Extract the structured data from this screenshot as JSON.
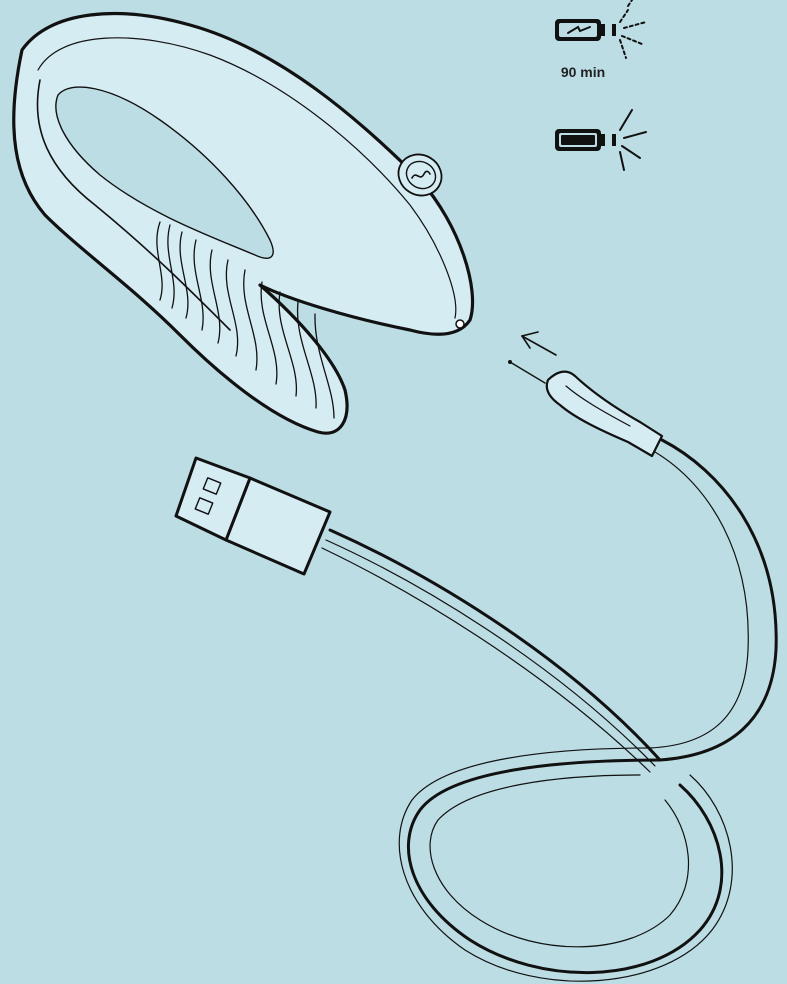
{
  "charging_status": {
    "duration_text": "90 min",
    "charging_battery_icon": "battery-charging-icon",
    "charging_light_icon": "light-blinking-icon",
    "full_battery_icon": "battery-full-icon",
    "full_light_icon": "light-steady-icon"
  },
  "illustration": {
    "device": "device-illustration",
    "cable": "usb-charging-cable",
    "insert_arrow_icon": "insert-arrow-icon"
  },
  "colors": {
    "background": "#bcdde4",
    "device_fill": "#d6ecf3",
    "line": "#111111"
  }
}
